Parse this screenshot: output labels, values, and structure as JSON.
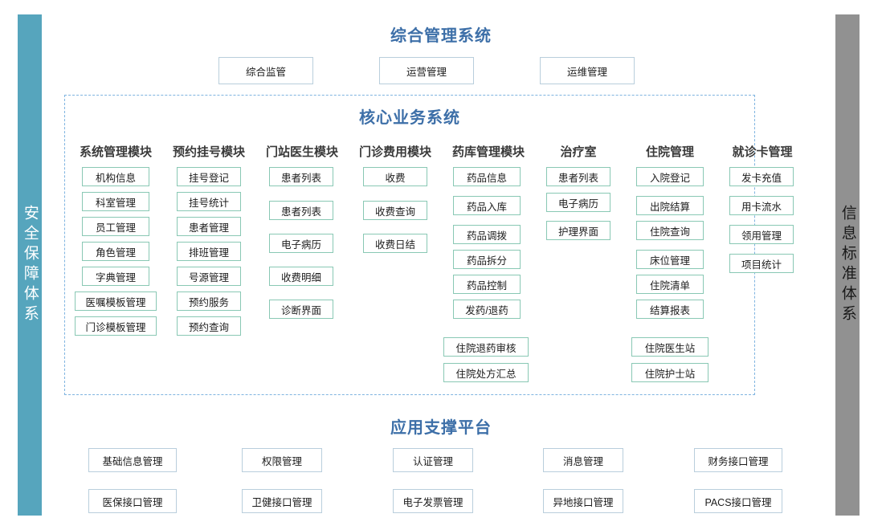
{
  "sidebars": {
    "left": {
      "label": "安全保障体系",
      "color": "#56a5bd",
      "text_color": "#ffffff"
    },
    "right": {
      "label": "信息标准体系",
      "color": "#919191",
      "text_color": "#1a1a1a"
    }
  },
  "integrated_management": {
    "title": "综合管理系统",
    "buttons": [
      {
        "label": "综合监管"
      },
      {
        "label": "运营管理"
      },
      {
        "label": "运维管理"
      }
    ]
  },
  "core_business": {
    "title": "核心业务系统",
    "columns": [
      {
        "header": "系统管理模块",
        "items": [
          "机构信息",
          "科室管理",
          "员工管理",
          "角色管理",
          "字典管理",
          "医嘱模板管理",
          "门诊模板管理"
        ]
      },
      {
        "header": "预约挂号模块",
        "items": [
          "挂号登记",
          "挂号统计",
          "患者管理",
          "排班管理",
          "号源管理",
          "预约服务",
          "预约查询"
        ]
      },
      {
        "header": "门站医生模块",
        "items": [
          "患者列表",
          "患者列表",
          "电子病历",
          "收费明细",
          "诊断界面"
        ]
      },
      {
        "header": "门诊费用模块",
        "items": [
          "收费",
          "收费查询",
          "收费日结"
        ]
      },
      {
        "header": "药库管理模块",
        "items": [
          "药品信息",
          "药品入库",
          "药品调拨",
          "药品拆分",
          "药品控制",
          "发药/退药",
          "住院退药审核",
          "住院处方汇总"
        ]
      },
      {
        "header": "治疗室",
        "items": [
          "患者列表",
          "电子病历",
          "护理界面"
        ]
      },
      {
        "header": "住院管理",
        "items": [
          "入院登记",
          "出院结算",
          "住院查询",
          "床位管理",
          "住院清单",
          "结算报表",
          "住院医生站",
          "住院护士站"
        ]
      },
      {
        "header": "就诊卡管理",
        "items": [
          "发卡充值",
          "用卡流水",
          "领用管理",
          "项目统计"
        ]
      }
    ]
  },
  "support_platform": {
    "title": "应用支撑平台",
    "rows": [
      [
        "基础信息管理",
        "权限管理",
        "认证管理",
        "消息管理",
        "财务接口管理"
      ],
      [
        "医保接口管理",
        "卫健接口管理",
        "电子发票管理",
        "异地接口管理",
        "PACS接口管理"
      ]
    ]
  },
  "colors": {
    "title_blue": "#3d6fa8",
    "box_border_blue": "#b9cedc",
    "box_border_teal": "#89c8b4",
    "dashed_border": "#7fb4e0"
  }
}
